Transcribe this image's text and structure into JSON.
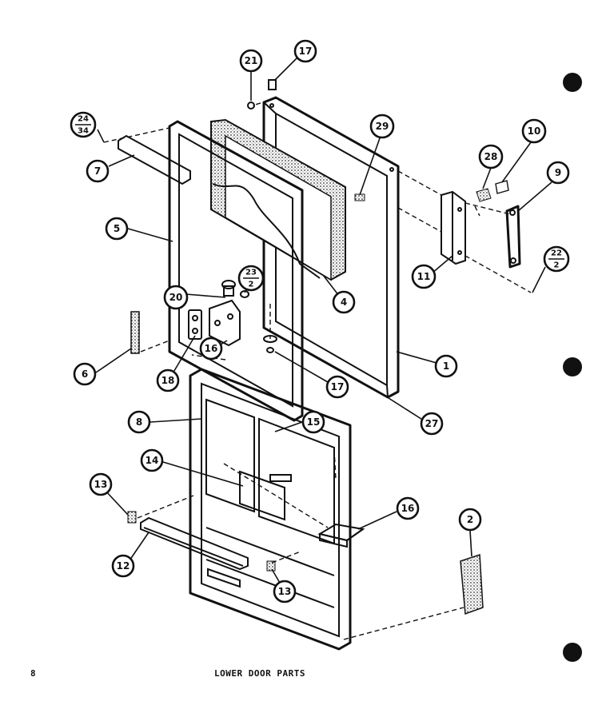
{
  "page": {
    "number": "8",
    "caption": "LOWER DOOR PARTS"
  },
  "callouts": {
    "c1": "1",
    "c2": "2",
    "c4": "4",
    "c5": "5",
    "c6": "6",
    "c7": "7",
    "c8": "8",
    "c9": "9",
    "c10": "10",
    "c11": "11",
    "c12": "12",
    "c13a": "13",
    "c13b": "13",
    "c14": "14",
    "c15": "15",
    "c16a": "16",
    "c16b": "16",
    "c17a": "17",
    "c17b": "17",
    "c18": "18",
    "c20": "20",
    "c21": "21",
    "c27": "27",
    "c28": "28",
    "c29": "29",
    "f22": {
      "top": "22",
      "bottom": "2"
    },
    "f23": {
      "top": "23",
      "bottom": "2"
    },
    "f24": {
      "top": "24",
      "bottom": "34"
    }
  }
}
